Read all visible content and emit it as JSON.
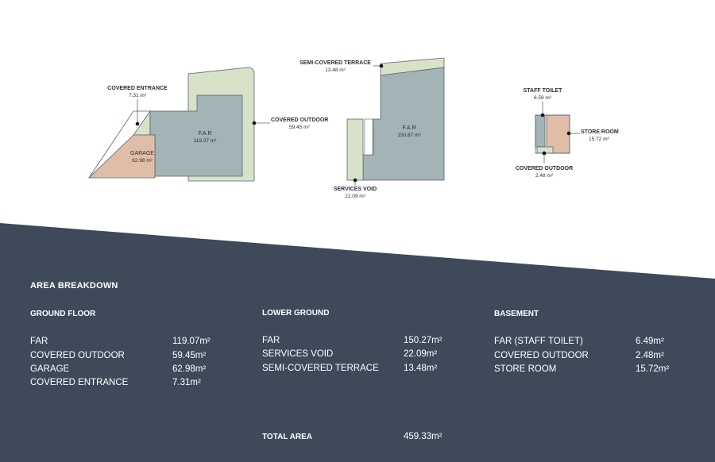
{
  "plans": {
    "ground_floor": {
      "covered_entrance": {
        "label": "COVERED ENTRANCE",
        "value": "7.31 m²"
      },
      "far": {
        "label": "F.A.R",
        "value": "119.37 m²"
      },
      "garage": {
        "label": "GARAGE",
        "value": "62.98 m²"
      },
      "covered_outdoor": {
        "label": "COVERED OUTDOOR",
        "value": "59.45 m²"
      }
    },
    "lower_ground": {
      "semi_covered_terrace": {
        "label": "SEMI-COVERED TERRACE",
        "value": "13.48 m²"
      },
      "far": {
        "label": "F.A.R",
        "value": "150.87 m²"
      },
      "services_void": {
        "label": "SERVICES VOID",
        "value": "22.09 m²"
      }
    },
    "basement": {
      "staff_toilet": {
        "label": "STAFF TOILET",
        "value": "6.59 m²"
      },
      "store_room": {
        "label": "STORE ROOM",
        "value": "15.72 m²"
      },
      "covered_outdoor": {
        "label": "COVERED OUTDOOR",
        "value": "2.48 m²"
      }
    }
  },
  "colors": {
    "far_fill": "#a3b3b6",
    "outdoor_fill": "#d8e2c8",
    "garage_fill": "#dfbda6",
    "panel_bg": "#3e4a5a",
    "outline": "#5a6470"
  },
  "breakdown": {
    "title": "AREA BREAKDOWN",
    "ground_floor": {
      "title": "GROUND FLOOR",
      "rows": [
        {
          "label": "FAR",
          "value": "119.07m²"
        },
        {
          "label": "COVERED OUTDOOR",
          "value": "59.45m²"
        },
        {
          "label": "GARAGE",
          "value": "62.98m²"
        },
        {
          "label": "COVERED ENTRANCE",
          "value": "7.31m²"
        }
      ]
    },
    "lower_ground": {
      "title": "LOWER GROUND",
      "rows": [
        {
          "label": "FAR",
          "value": "150.27m²"
        },
        {
          "label": "SERVICES VOID",
          "value": "22.09m²"
        },
        {
          "label": "SEMI-COVERED TERRACE",
          "value": "13.48m²"
        }
      ]
    },
    "basement": {
      "title": "BASEMENT",
      "rows": [
        {
          "label": "FAR (STAFF TOILET)",
          "value": "6.49m²"
        },
        {
          "label": "COVERED OUTDOOR",
          "value": "2.48m²"
        },
        {
          "label": "STORE ROOM",
          "value": "15.72m²"
        }
      ]
    },
    "total": {
      "label": "TOTAL AREA",
      "value": "459.33m²"
    }
  }
}
